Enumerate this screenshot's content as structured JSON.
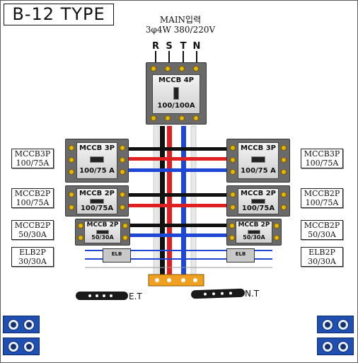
{
  "title": "B-12 TYPE",
  "main": {
    "line1": "MAIN입력",
    "line2": "3φ4W 380/220V"
  },
  "phases": [
    "R",
    "S",
    "T",
    "N"
  ],
  "breakers": {
    "main": {
      "top": "MCCB 4P",
      "bottom": "100/100A"
    },
    "row1": {
      "top": "MCCB 3P",
      "bottom": "100/75 A"
    },
    "row2": {
      "top": "MCCB 2P",
      "bottom": "100/75A"
    },
    "row3": {
      "top": "MCCB 2P",
      "bottom": "50/30A"
    },
    "elb": {
      "label": "ELB"
    }
  },
  "side_labels": [
    {
      "line1": "MCCB3P",
      "line2": "100/75A"
    },
    {
      "line1": "MCCB2P",
      "line2": "100/75A"
    },
    {
      "line1": "MCCB2P",
      "line2": "50/30A"
    },
    {
      "line1": "ELB2P",
      "line2": "30/30A"
    }
  ],
  "terminals": {
    "et": "E.T",
    "nt": "N.T"
  },
  "colors": {
    "R": "#e02020",
    "S": "#111111",
    "T": "#1f47d6",
    "N": "#ffffff",
    "elb_wire": "#1f47d6",
    "screw": "#e6b600"
  }
}
